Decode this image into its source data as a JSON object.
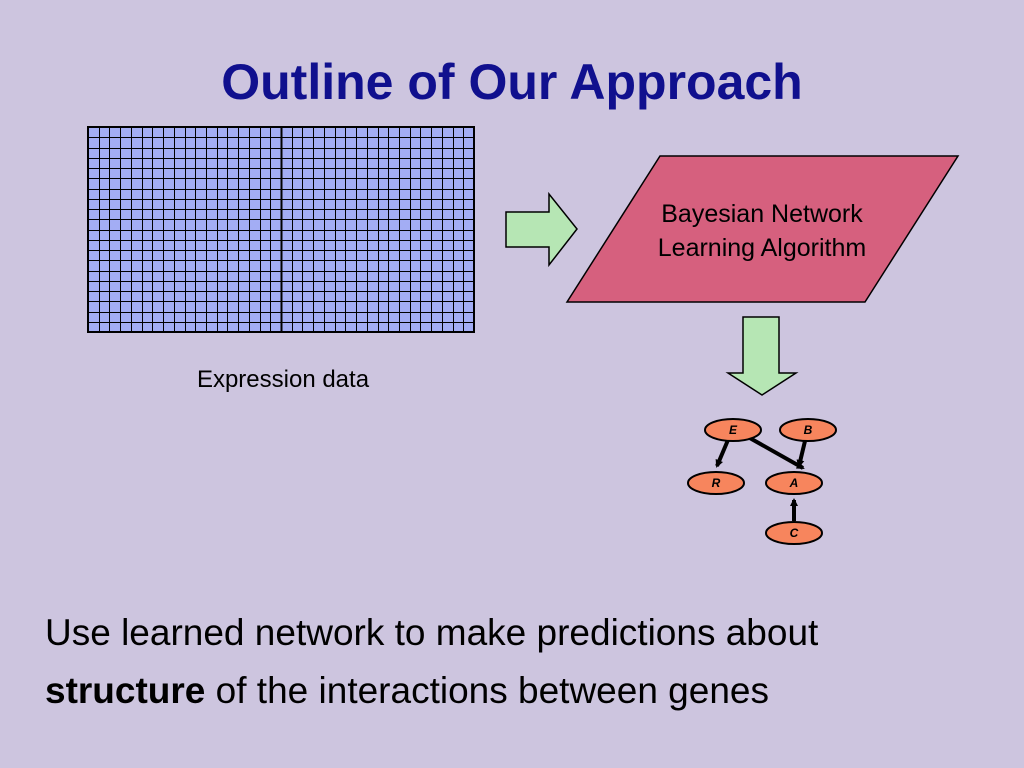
{
  "title": "Outline of Our Approach",
  "expression": {
    "label": "Expression data"
  },
  "algorithm": {
    "line1": "Bayesian Network",
    "line2": "Learning Algorithm"
  },
  "network": {
    "nodes": [
      "E",
      "B",
      "R",
      "A",
      "C"
    ]
  },
  "bottom": {
    "line1": "Use learned network to make predictions about",
    "bold": "structure",
    "line2_rest": " of the interactions between genes"
  },
  "colors": {
    "background": "#cdc5df",
    "title": "#10108e",
    "grid_fill": "#a3adf4",
    "parallelogram": "#d6607e",
    "arrow_fill": "#b6e6b4",
    "node_fill": "#f7855d"
  }
}
